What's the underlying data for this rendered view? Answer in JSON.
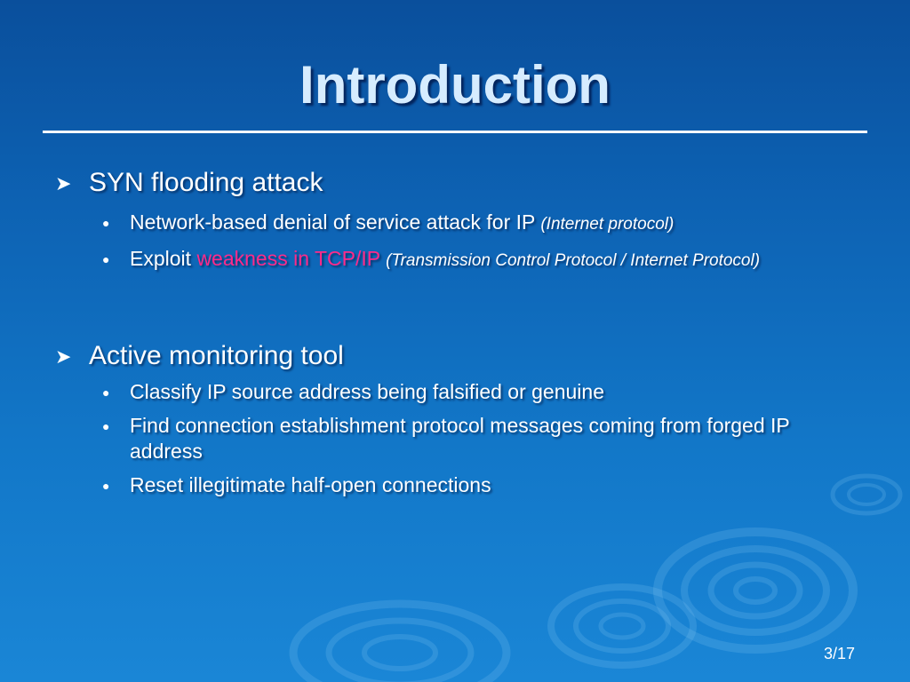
{
  "slide": {
    "title": "Introduction",
    "page_number": "3/17",
    "colors": {
      "title": "#d6ecff",
      "text": "#ffffff",
      "highlight": "#ff2a8a",
      "background_top": "#0a4f9c",
      "background_bottom": "#1a86d6"
    },
    "icons": {
      "level1_bullet": "arrowhead-bullet-icon",
      "level2_bullet": "dot-bullet-icon"
    }
  },
  "bullets": [
    {
      "text": "SYN flooding attack",
      "sub": [
        {
          "text": "Network-based denial of service attack for IP",
          "note": "(Internet protocol)"
        },
        {
          "text": "Exploit",
          "highlight": "weakness in TCP/IP",
          "note": "(Transmission Control Protocol / Internet Protocol)"
        }
      ]
    },
    {
      "text": "Active monitoring tool",
      "sub": [
        {
          "text": "Classify IP source address being falsified or genuine"
        },
        {
          "text": "Find connection establishment  protocol messages coming from forged IP address"
        },
        {
          "text": "Reset illegitimate half-open connections"
        }
      ]
    }
  ]
}
